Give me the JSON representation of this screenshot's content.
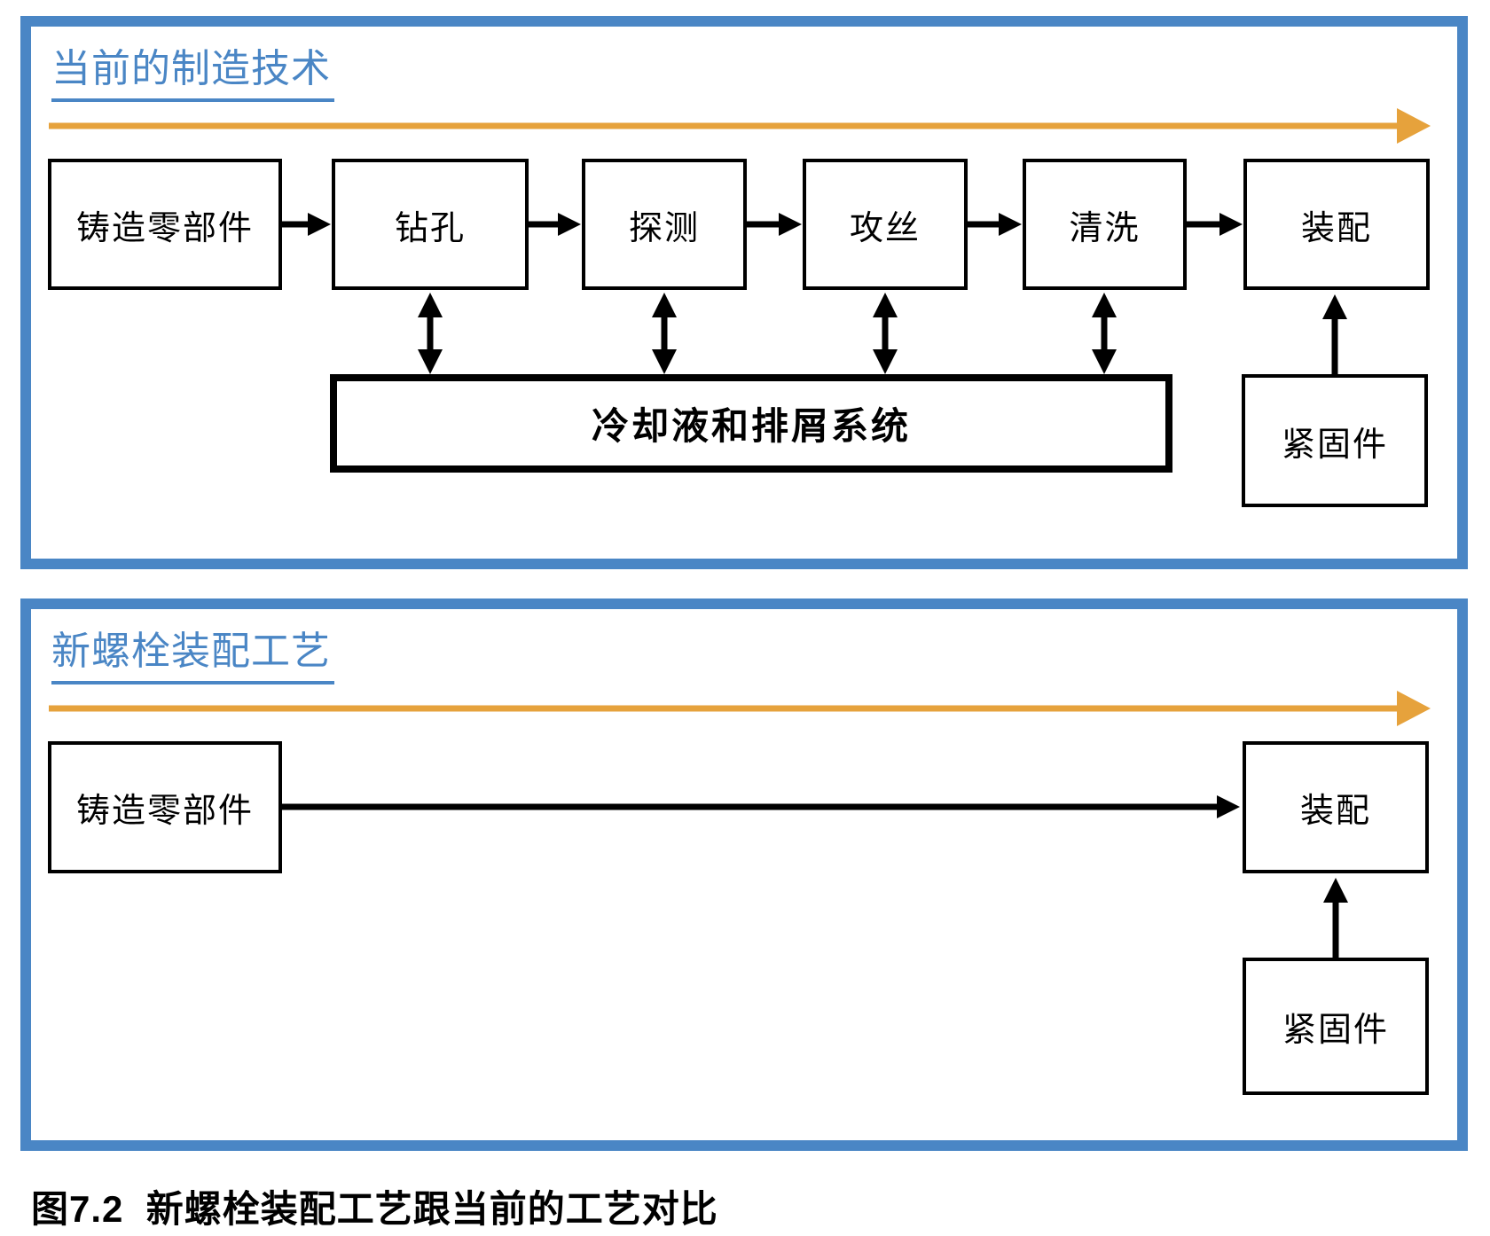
{
  "colors": {
    "blue": "#4A86C5",
    "orange": "#E6A23C"
  },
  "panel_current": {
    "title": "当前的制造技术",
    "boxes": {
      "cast": "铸造零部件",
      "drill": "钻孔",
      "probe": "探测",
      "tap": "攻丝",
      "wash": "清洗",
      "assemble": "装配",
      "coolant": "冷却液和排屑系统",
      "fastener": "紧固件"
    }
  },
  "panel_new": {
    "title": "新螺栓装配工艺",
    "boxes": {
      "cast": "铸造零部件",
      "assemble": "装配",
      "fastener": "紧固件"
    }
  },
  "figure": {
    "caption": "图7.2  新螺栓装配工艺跟当前的工艺对比"
  }
}
